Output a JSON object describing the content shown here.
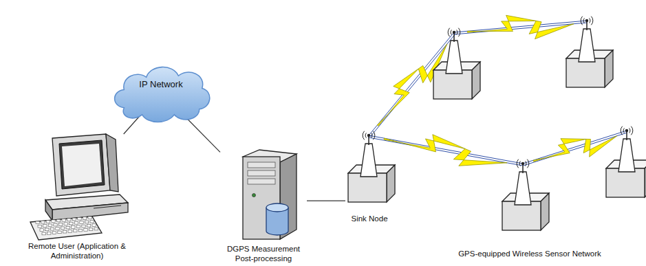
{
  "diagram": {
    "nodes": [
      {
        "text": [
          "Remote User (Application & Administration)"
        ]
      },
      {
        "text": [
          "IP Network"
        ]
      },
      {
        "text": [
          "DGPS Measurement Post-processing"
        ]
      },
      {
        "text": [
          "Sink Node"
        ]
      }
    ],
    "edges": [
      {
        "from": 0,
        "to": 1,
        "arrow": "none"
      },
      {
        "from": 1,
        "to": 2,
        "arrow": "none"
      },
      {
        "from": 2,
        "to": 3,
        "arrow": "none"
      }
    ],
    "labels": [
      "GPS-equipped Wireless Sensor Network"
    ]
  }
}
